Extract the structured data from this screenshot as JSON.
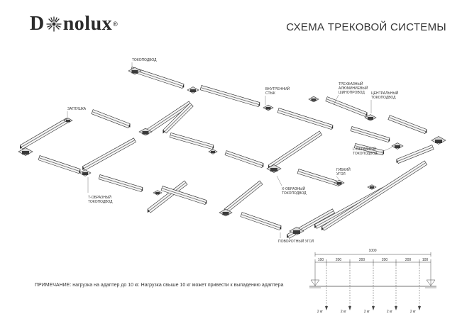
{
  "header": {
    "logo_left": "D",
    "logo_right": "nolux",
    "logo_reg": "®",
    "title": "СХЕМА ТРЕКОВОЙ СИСТЕМЫ"
  },
  "labels": {
    "tokopodvod": "ТОКОПОДВОД",
    "zaglushka": "ЗАГЛУШКА",
    "vnutr_1": "ВНУТРЕННИЙ",
    "vnutr_2": "СТЫК",
    "trekh_1": "ТРЕХФАЗНЫЙ",
    "trekh_2": "АЛЮМИНИЕВЫЙ",
    "trekh_3": "ШИНОПРОВОД",
    "central_1": "ЦЕНТРАЛЬНЫЙ",
    "central_2": "ТОКОПОДВОД",
    "l_1": "L-ОБРАЗНЫЙ",
    "l_2": "ТОКОПОДВОД",
    "gibkiy_1": "ГИБКИЙ",
    "gibkiy_2": "УГОЛ",
    "x_1": "X-ОБРАЗНЫЙ",
    "x_2": "ТОКОПОДВОД",
    "t_1": "Т-ОБРАЗНЫЙ",
    "t_2": "ТОКОПОДВОД",
    "povorot": "ПОВОРОТНЫЙ УГОЛ"
  },
  "note": {
    "key": "ПРИМЕЧАНИЕ:",
    "text": " нагрузка на адаптер до 10 кг. Нагрузка свыше 10 кг может привести к выпадению адаптера"
  },
  "dimensions": {
    "total": "1000",
    "segments": [
      "100",
      "200",
      "200",
      "200",
      "200",
      "100"
    ],
    "loads": [
      "2 кг",
      "2 кг",
      "2 кг",
      "2 кг",
      "2 кг"
    ]
  }
}
